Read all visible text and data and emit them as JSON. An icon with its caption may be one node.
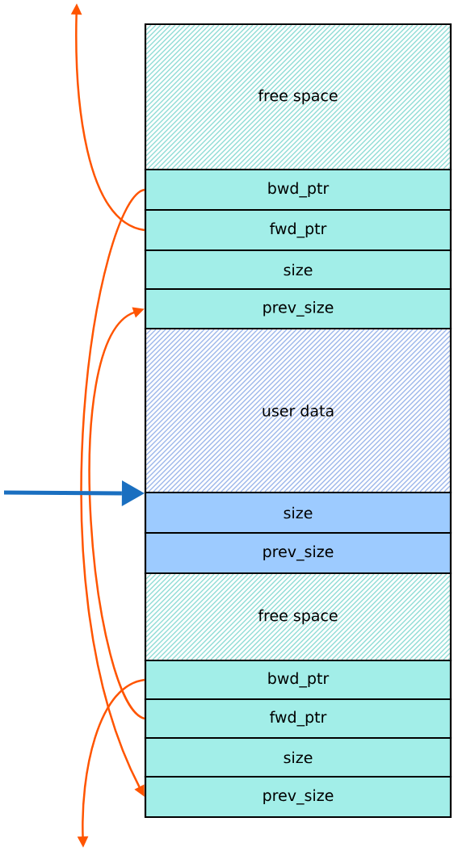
{
  "diagram": {
    "nodes": [
      {
        "text": [
          "free space"
        ]
      },
      {
        "text": [
          "bwd_ptr"
        ]
      },
      {
        "text": [
          "fwd_ptr"
        ]
      },
      {
        "text": [
          "size"
        ]
      },
      {
        "text": [
          "prev_size"
        ]
      },
      {
        "text": [
          "user data"
        ]
      },
      {
        "text": [
          "size"
        ]
      },
      {
        "text": [
          "prev_size"
        ]
      },
      {
        "text": [
          "free space"
        ]
      },
      {
        "text": [
          "bwd_ptr"
        ]
      },
      {
        "text": [
          "fwd_ptr"
        ]
      },
      {
        "text": [
          "size"
        ]
      },
      {
        "text": [
          "prev_size"
        ]
      }
    ],
    "edges": [
      {
        "from": 1,
        "to": 12,
        "arrow": "to"
      },
      {
        "from": 2,
        "to": null,
        "arrow": "to"
      },
      {
        "from": 10,
        "to": 4,
        "arrow": "to"
      },
      {
        "from": 9,
        "to": null,
        "arrow": "to"
      },
      {
        "from": null,
        "to": 5,
        "arrow": "to",
        "style": "thick",
        "color": "#1a6fc0"
      }
    ]
  }
}
